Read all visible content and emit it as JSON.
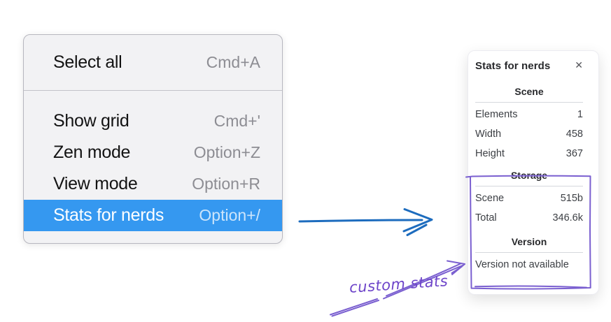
{
  "menu": {
    "selected_item": "Stats for nerds",
    "sections": [
      {
        "items": [
          {
            "label": "Select all",
            "shortcut": "Cmd+A"
          }
        ]
      },
      {
        "items": [
          {
            "label": "Show grid",
            "shortcut": "Cmd+'"
          },
          {
            "label": "Zen mode",
            "shortcut": "Option+Z"
          },
          {
            "label": "View mode",
            "shortcut": "Option+R"
          },
          {
            "label": "Stats for nerds",
            "shortcut": "Option+/"
          }
        ]
      }
    ]
  },
  "panel": {
    "title": "Stats for nerds",
    "icons": {
      "close": "✕"
    },
    "sections": [
      {
        "header": "Scene",
        "rows": [
          {
            "label": "Elements",
            "value": "1"
          },
          {
            "label": "Width",
            "value": "458"
          },
          {
            "label": "Height",
            "value": "367"
          }
        ]
      },
      {
        "header": "Storage",
        "rows": [
          {
            "label": "Scene",
            "value": "515b"
          },
          {
            "label": "Total",
            "value": "346.6k"
          }
        ]
      },
      {
        "header": "Version",
        "message": "Version not available"
      }
    ]
  },
  "annotation": {
    "label": "custom stats"
  },
  "colors": {
    "menu_highlight": "#3598f0",
    "flow_arrow": "#1d6cbe",
    "annotation_purple": "#7a5fd0",
    "annotation_text": "#6d44c9"
  }
}
